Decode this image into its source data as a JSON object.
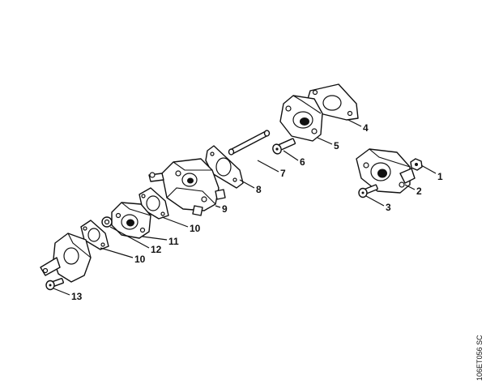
{
  "diagram": {
    "callouts": [
      "1",
      "2",
      "3",
      "4",
      "5",
      "6",
      "7",
      "8",
      "9",
      "10",
      "11",
      "12",
      "10",
      "13"
    ],
    "reference_code": "106ET056 SC"
  }
}
